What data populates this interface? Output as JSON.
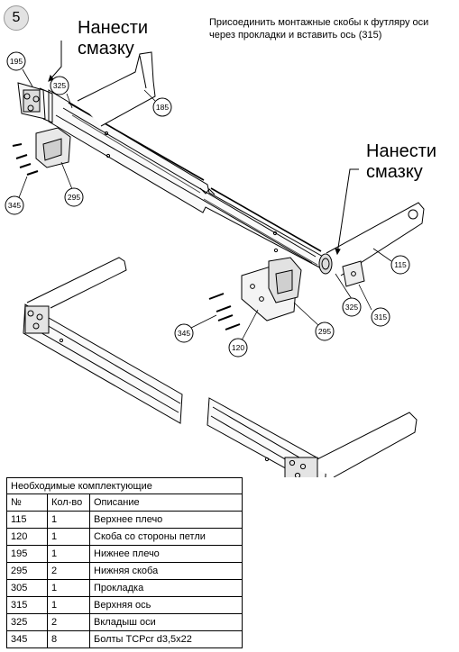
{
  "step_number": "5",
  "grease_label_left": "Нанести смазку",
  "grease_label_right": "Нанести смазку",
  "instruction": "Присоединить монтажные скобы к футляру оси через прокладки  и вставить ось (315)",
  "callouts": {
    "c195": "195",
    "c325_top": "325",
    "c185": "185",
    "c295_top": "295",
    "c345_top": "345",
    "c115": "115",
    "c325_mid": "325",
    "c315": "315",
    "c345_mid": "345",
    "c120": "120",
    "c295_mid": "295"
  },
  "table": {
    "title": "Необходимые комплектующие",
    "headers": [
      "№",
      "Кол-во",
      "Описание"
    ],
    "rows": [
      {
        "num": "115",
        "qty": "1",
        "desc": "Верхнее плечо"
      },
      {
        "num": "120",
        "qty": "1",
        "desc": "Скоба со стороны петли"
      },
      {
        "num": "195",
        "qty": "1",
        "desc": "Нижнее плечо"
      },
      {
        "num": "295",
        "qty": "2",
        "desc": "Нижняя скоба"
      },
      {
        "num": "305",
        "qty": "1",
        "desc": "Прокладка"
      },
      {
        "num": "315",
        "qty": "1",
        "desc": "Верхняя ось"
      },
      {
        "num": "325",
        "qty": "2",
        "desc": "Вкладыш оси"
      },
      {
        "num": "345",
        "qty": "8",
        "desc": "Болты ТСРcr d3,5x22"
      }
    ]
  }
}
